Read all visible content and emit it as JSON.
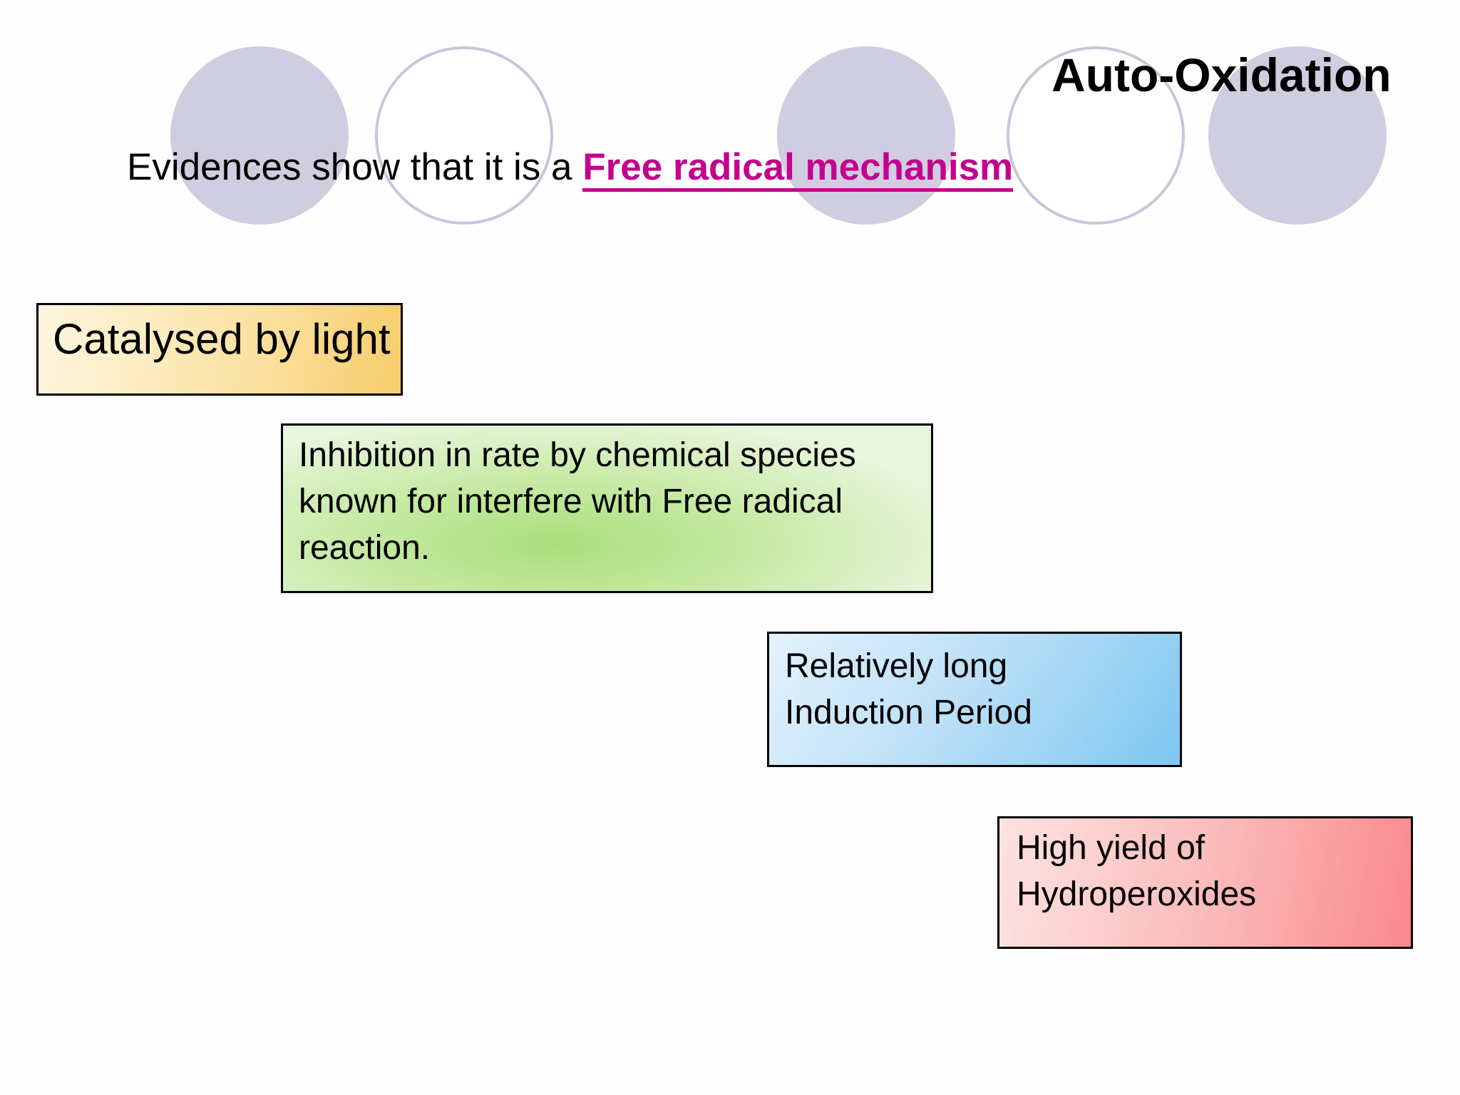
{
  "slide_title": "Auto-Oxidation",
  "intro": {
    "prefix": "Evidences show that it is a ",
    "highlight": "Free radical mechanism"
  },
  "evidence_boxes": [
    {
      "id": "catalysed-by-light",
      "theme": "yellow",
      "label": "Catalysed by light"
    },
    {
      "id": "inhibition",
      "theme": "green",
      "label": "Inhibition in rate by chemical species\nknown for interfere with Free radical\nreaction."
    },
    {
      "id": "induction-period",
      "theme": "blue",
      "label": "Relatively long\nInduction Period"
    },
    {
      "id": "hydroperoxides",
      "theme": "red",
      "label": "High yield of\nHydroperoxides"
    }
  ],
  "colors": {
    "highlight_text": "#c4008e",
    "circle_fill": "#cfcee0",
    "circle_outline": "#c7c6da",
    "box_border": "#000000",
    "yellow_gradient": [
      "#fdf6e0",
      "#f8cd6d"
    ],
    "green_gradient": [
      "#a9df7c",
      "#e9f6de"
    ],
    "blue_gradient": [
      "#e4f2fc",
      "#7cc7f1"
    ],
    "red_gradient": [
      "#fce3e0",
      "#f9898d"
    ]
  }
}
